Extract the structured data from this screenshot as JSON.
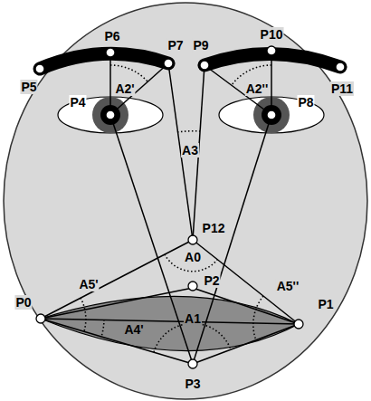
{
  "diagram": {
    "labels": [
      "P6",
      "P7",
      "P9",
      "P10",
      "P5",
      "A2'",
      "A2''",
      "P11",
      "P4",
      "A3",
      "P8",
      "P12",
      "A0",
      "P2",
      "A5'",
      "A5''",
      "A1",
      "P0",
      "A4'",
      "P1",
      "P3"
    ]
  }
}
